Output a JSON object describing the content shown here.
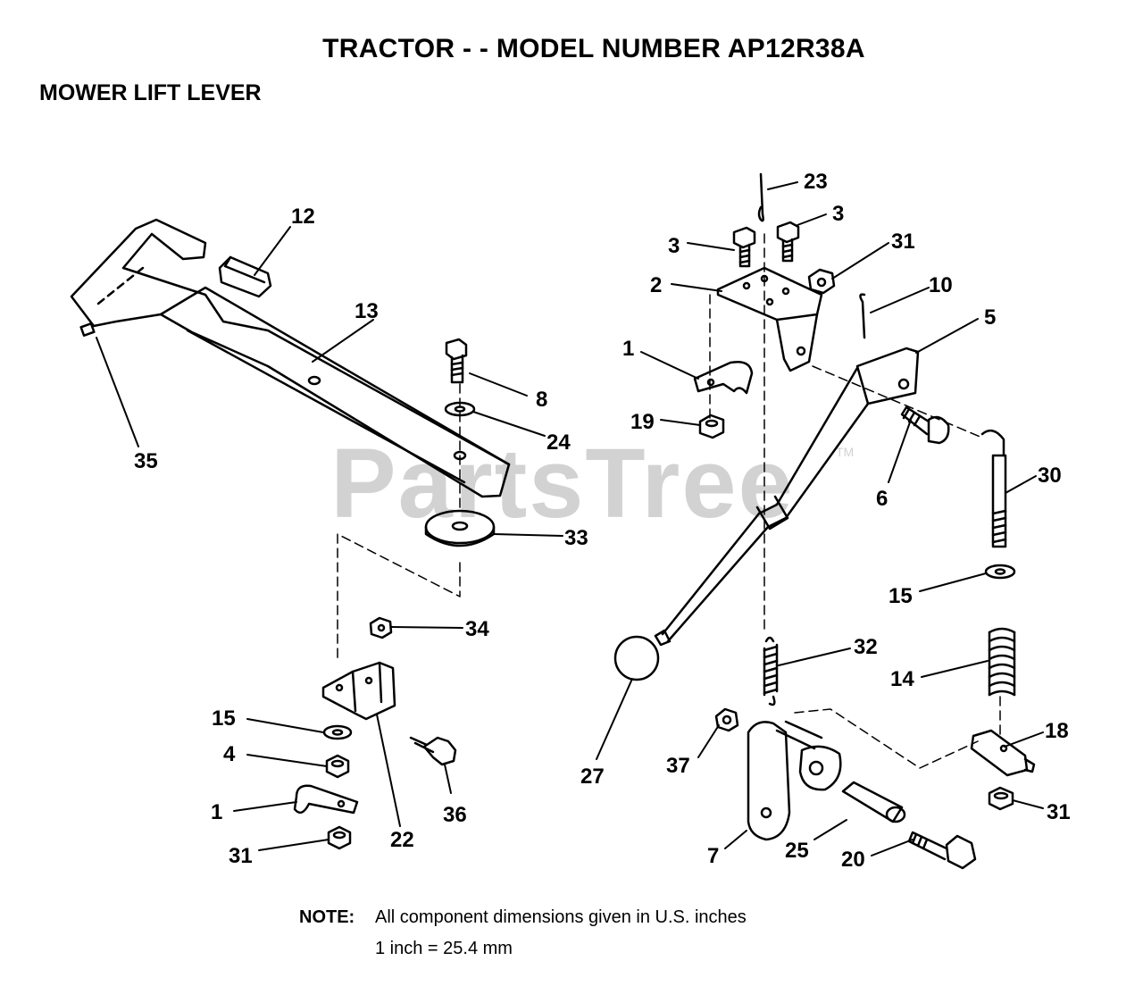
{
  "title": "TRACTOR - - MODEL NUMBER AP12R38A",
  "subtitle": "MOWER LIFT LEVER",
  "watermark": "PartsTree",
  "watermark_tm": "TM",
  "note": {
    "label": "NOTE:",
    "text": "All component dimensions given in U.S. inches",
    "conversion": "1 inch = 25.4 mm"
  },
  "callouts": {
    "c12": "12",
    "c13": "13",
    "c35": "35",
    "c8": "8",
    "c24": "24",
    "c33": "33",
    "c34": "34",
    "c15a": "15",
    "c4": "4",
    "c1a": "1",
    "c31a": "31",
    "c22": "22",
    "c36": "36",
    "c23": "23",
    "c3a": "3",
    "c3b": "3",
    "c31b": "31",
    "c2": "2",
    "c10": "10",
    "c5": "5",
    "c1b": "1",
    "c19": "19",
    "c6": "6",
    "c30": "30",
    "c15b": "15",
    "c14": "14",
    "c32": "32",
    "c27": "27",
    "c37": "37",
    "c18": "18",
    "c31c": "31",
    "c7": "7",
    "c25": "25",
    "c20": "20"
  }
}
